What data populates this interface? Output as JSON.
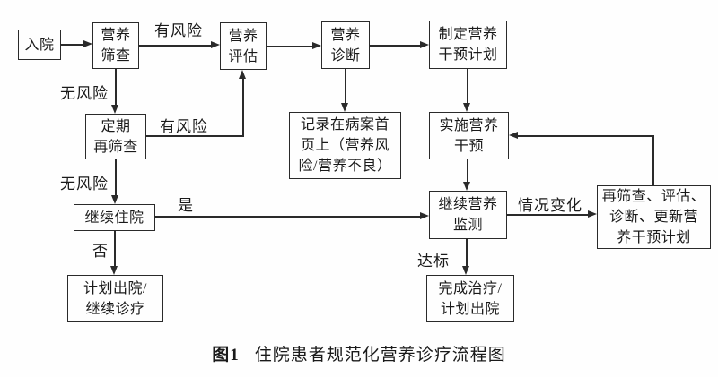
{
  "figure": {
    "caption_prefix": "图1",
    "caption_title": "住院患者规范化营养诊疗流程图"
  },
  "nodes": {
    "admission": {
      "label": "入院"
    },
    "screening": {
      "label": "营养\n筛查"
    },
    "assessment": {
      "label": "营养\n评估"
    },
    "diagnosis": {
      "label": "营养\n诊断"
    },
    "plan": {
      "label": "制定营养\n干预计划"
    },
    "record": {
      "label": "记录在病案首\n页上（营养风\n险/营养不良）"
    },
    "implement": {
      "label": "实施营养\n干预"
    },
    "rescreen": {
      "label": "定期\n再筛查"
    },
    "continue_stay": {
      "label": "继续住院"
    },
    "discharge": {
      "label": "计划出院/\n继续诊疗"
    },
    "monitoring": {
      "label": "继续营养\n监测"
    },
    "update_plan": {
      "label": "再筛查、评估、\n诊断、更新营\n养干预计划"
    },
    "complete": {
      "label": "完成治疗/\n计划出院"
    }
  },
  "edge_labels": {
    "at_risk_top": "有风险",
    "no_risk_top": "无风险",
    "at_risk_mid": "有风险",
    "no_risk_bottom": "无风险",
    "yes": "是",
    "no": "否",
    "condition_change": "情况变化",
    "goal_met": "达标"
  },
  "colors": {
    "line": "#2a2a2a",
    "text": "#1a1a1a",
    "background": "#fefefe"
  }
}
